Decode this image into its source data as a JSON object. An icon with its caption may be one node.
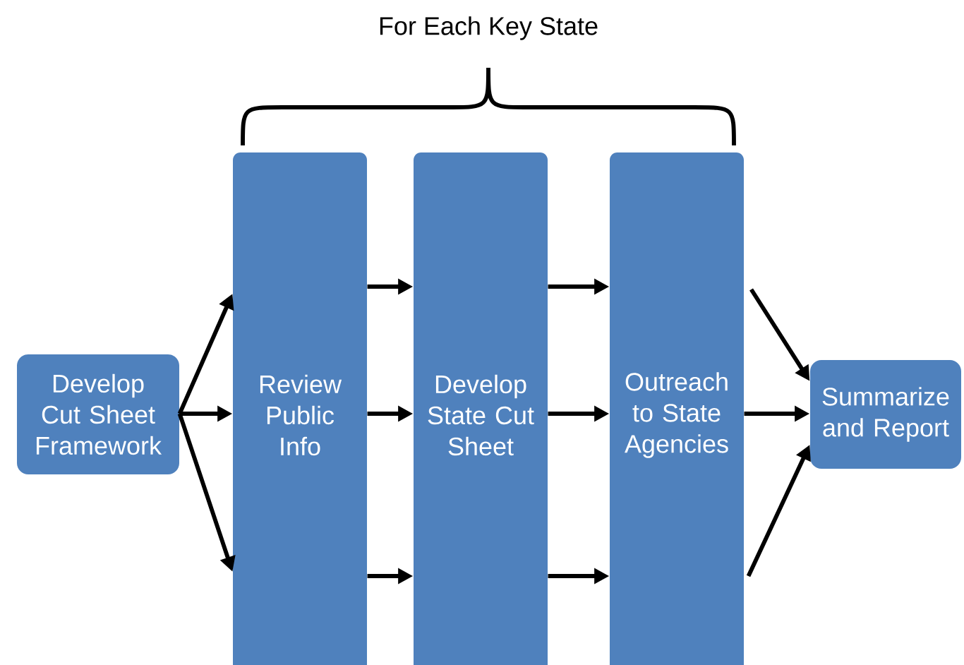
{
  "diagram": {
    "nodes": [
      {
        "text": [
          "Develop Cut Sheet Framework"
        ]
      },
      {
        "text": [
          "Review Public Info"
        ]
      },
      {
        "text": [
          "Develop State Cut Sheet"
        ]
      },
      {
        "text": [
          "Outreach to State Agencies"
        ]
      },
      {
        "text": [
          "Summarize and Report"
        ]
      }
    ],
    "edges": [
      {
        "from": 0,
        "to": 1,
        "arrow": "to"
      },
      {
        "from": 0,
        "to": 1,
        "arrow": "to"
      },
      {
        "from": 0,
        "to": 1,
        "arrow": "to"
      },
      {
        "from": 1,
        "to": 2,
        "arrow": "to"
      },
      {
        "from": 1,
        "to": 2,
        "arrow": "to"
      },
      {
        "from": 1,
        "to": 2,
        "arrow": "to"
      },
      {
        "from": 2,
        "to": 3,
        "arrow": "to"
      },
      {
        "from": 2,
        "to": 3,
        "arrow": "to"
      },
      {
        "from": 2,
        "to": 3,
        "arrow": "to"
      },
      {
        "from": 3,
        "to": 4,
        "arrow": "to"
      },
      {
        "from": 3,
        "to": 4,
        "arrow": "to"
      },
      {
        "from": 3,
        "to": 4,
        "arrow": "to"
      }
    ],
    "labels": [
      "For Each Key State"
    ]
  }
}
